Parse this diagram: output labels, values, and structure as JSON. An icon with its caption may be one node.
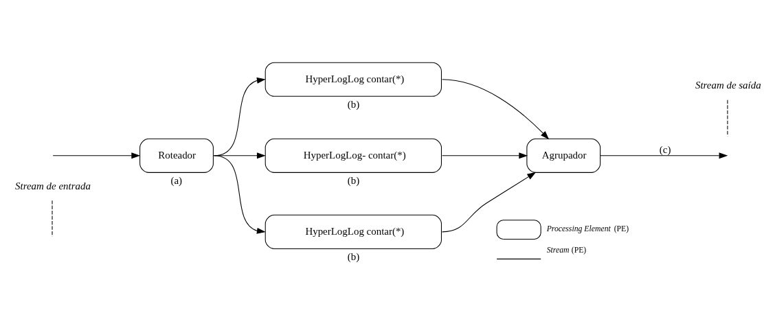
{
  "diagram": {
    "nodes": [
      {
        "text": [
          "Stream de entrada"
        ]
      },
      {
        "text": [
          "Roteador"
        ],
        "beside": [
          "(a)"
        ]
      },
      {
        "text": [
          "HyperLogLog contar(*)"
        ],
        "beside": [
          "(b)"
        ]
      },
      {
        "text": [
          "HyperLogLog- contar(*)"
        ],
        "beside": [
          "(b)"
        ]
      },
      {
        "text": [
          "HyperLogLog contar(*)"
        ],
        "beside": [
          "(b)"
        ]
      },
      {
        "text": [
          "Agrupador"
        ]
      },
      {
        "text": [
          "Stream de saída"
        ]
      }
    ],
    "edges": [
      {
        "from": null,
        "to": 1,
        "arrow": "to"
      },
      {
        "from": 0,
        "to": null,
        "arrow": "none",
        "style": "dashed"
      },
      {
        "from": 1,
        "to": 2,
        "arrow": "to"
      },
      {
        "from": 1,
        "to": 3,
        "arrow": "to"
      },
      {
        "from": 1,
        "to": 4,
        "arrow": "to"
      },
      {
        "from": 2,
        "to": 5,
        "arrow": "to"
      },
      {
        "from": 3,
        "to": 5,
        "arrow": "to"
      },
      {
        "from": 4,
        "to": 5,
        "arrow": "to"
      },
      {
        "from": 5,
        "to": null,
        "arrow": "to",
        "label": "(c)"
      },
      {
        "from": 6,
        "to": null,
        "arrow": "none",
        "style": "dashed"
      }
    ],
    "legend": [
      {
        "text": "*Processing Element* (PE)"
      },
      {
        "text": "*Stream* (PE)"
      }
    ]
  }
}
